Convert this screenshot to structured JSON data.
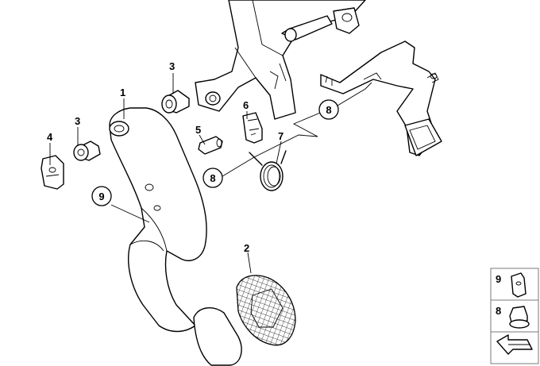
{
  "callouts": {
    "c1": "1",
    "c2": "2",
    "c3a": "3",
    "c3b": "3",
    "c4": "4",
    "c5": "5",
    "c6": "6",
    "c7": "7",
    "c8a": "8",
    "c8b": "8",
    "c9": "9"
  },
  "legend": {
    "item9": "9",
    "item8": "8"
  },
  "colors": {
    "line": "#000000",
    "background": "#ffffff",
    "legend_border": "#7a7a7a"
  }
}
